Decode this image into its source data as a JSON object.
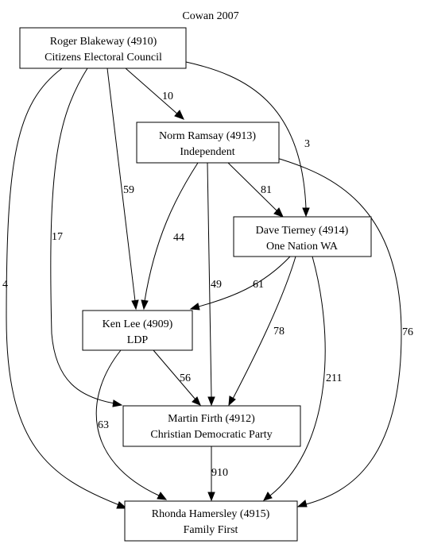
{
  "title": "Cowan 2007",
  "nodes": [
    {
      "id": "blakeway",
      "name": "Roger Blakeway (4910)",
      "party": "Citizens Electoral Council"
    },
    {
      "id": "ramsay",
      "name": "Norm Ramsay (4913)",
      "party": "Independent"
    },
    {
      "id": "tierney",
      "name": "Dave Tierney (4914)",
      "party": "One Nation WA"
    },
    {
      "id": "lee",
      "name": "Ken Lee (4909)",
      "party": "LDP"
    },
    {
      "id": "firth",
      "name": "Martin Firth (4912)",
      "party": "Christian Democratic Party"
    },
    {
      "id": "hamersley",
      "name": "Rhonda Hamersley (4915)",
      "party": "Family First"
    }
  ],
  "edges": [
    {
      "id": "blakeway-ramsay",
      "from": "blakeway",
      "to": "ramsay",
      "label": "10"
    },
    {
      "id": "blakeway-tierney",
      "from": "blakeway",
      "to": "tierney",
      "label": "3"
    },
    {
      "id": "blakeway-lee",
      "from": "blakeway",
      "to": "lee",
      "label": "59"
    },
    {
      "id": "blakeway-firth",
      "from": "blakeway",
      "to": "firth",
      "label": "17"
    },
    {
      "id": "blakeway-hamersley",
      "from": "blakeway",
      "to": "hamersley",
      "label": "4"
    },
    {
      "id": "ramsay-tierney",
      "from": "ramsay",
      "to": "tierney",
      "label": "81"
    },
    {
      "id": "ramsay-lee",
      "from": "ramsay",
      "to": "lee",
      "label": "44"
    },
    {
      "id": "ramsay-firth",
      "from": "ramsay",
      "to": "firth",
      "label": "49"
    },
    {
      "id": "ramsay-hamersley",
      "from": "ramsay",
      "to": "hamersley",
      "label": "76"
    },
    {
      "id": "tierney-lee",
      "from": "tierney",
      "to": "lee",
      "label": "61"
    },
    {
      "id": "tierney-firth",
      "from": "tierney",
      "to": "firth",
      "label": "78"
    },
    {
      "id": "tierney-hamersley",
      "from": "tierney",
      "to": "hamersley",
      "label": "211"
    },
    {
      "id": "lee-firth",
      "from": "lee",
      "to": "firth",
      "label": "56"
    },
    {
      "id": "lee-hamersley",
      "from": "lee",
      "to": "hamersley",
      "label": "63"
    },
    {
      "id": "firth-hamersley",
      "from": "firth",
      "to": "hamersley",
      "label": "910"
    }
  ]
}
